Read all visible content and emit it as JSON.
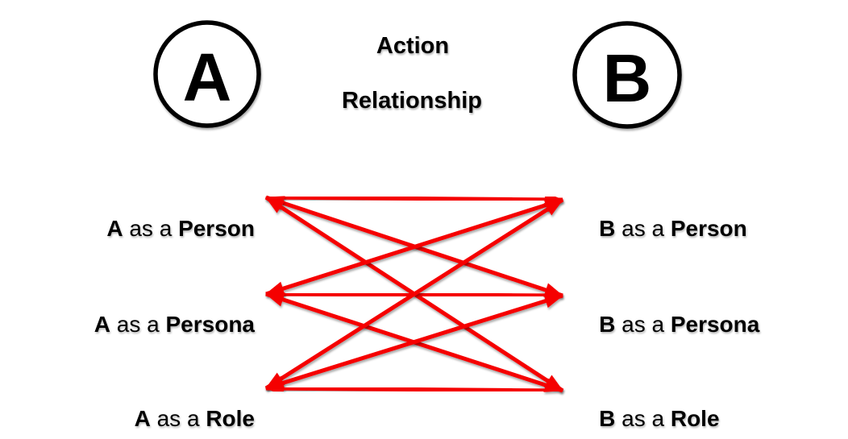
{
  "colors": {
    "background": "#ffffff",
    "arrow_red": "#f50000",
    "text": "#000000",
    "node_stroke": "#000000",
    "node_fill": "#ffffff"
  },
  "top_diagram": {
    "node_a_label": "A",
    "node_b_label": "B",
    "edge_label_above": "Action",
    "edge_label_below": "Relationship"
  },
  "bipartite": {
    "left_labels": [
      {
        "entity": "A",
        "middle": " as a ",
        "facet": "Person"
      },
      {
        "entity": "A",
        "middle": " as a ",
        "facet": "Persona"
      },
      {
        "entity": "A",
        "middle": " as a ",
        "facet": "Role"
      }
    ],
    "right_labels": [
      {
        "entity": "B",
        "middle": " as a ",
        "facet": "Person"
      },
      {
        "entity": "B",
        "middle": " as a ",
        "facet": "Persona"
      },
      {
        "entity": "B",
        "middle": " as a ",
        "facet": "Role"
      }
    ],
    "edges": [
      [
        0,
        0
      ],
      [
        0,
        1
      ],
      [
        0,
        2
      ],
      [
        1,
        0
      ],
      [
        1,
        1
      ],
      [
        1,
        2
      ],
      [
        2,
        0
      ],
      [
        2,
        1
      ],
      [
        2,
        2
      ]
    ]
  }
}
